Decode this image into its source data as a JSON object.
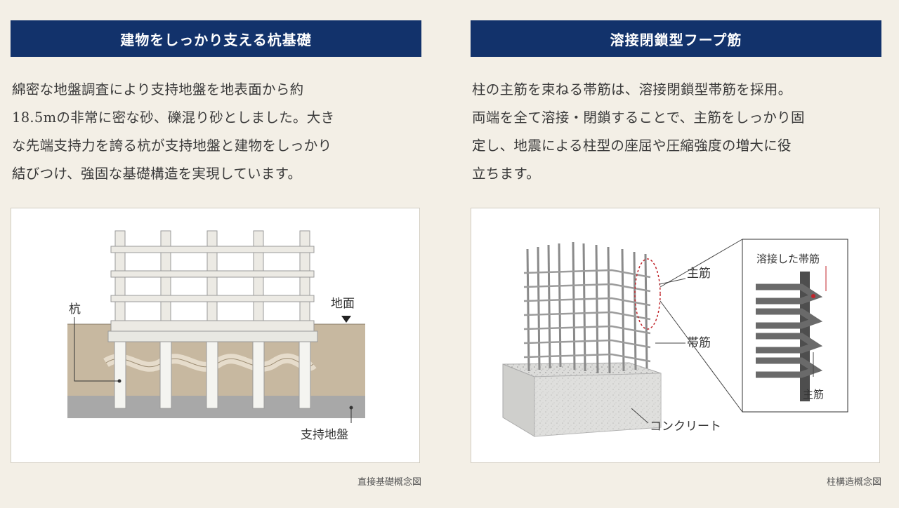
{
  "left": {
    "title": "建物をしっかり支える杭基礎",
    "body": "綿密な地盤調査により支持地盤を地表面から約\n18.5mの非常に密な砂、礫混り砂としました。大き\nな先端支持力を誇る杭が支持地盤と建物をしっかり\n結びつけ、強固な基礎構造を実現しています。",
    "labels": {
      "pile": "杭",
      "ground_surface": "地面",
      "bearing_layer": "支持地盤"
    },
    "caption": "直接基礎概念図"
  },
  "right": {
    "title": "溶接閉鎖型フープ筋",
    "body": "柱の主筋を束ねる帯筋は、溶接閉鎖型帯筋を採用。\n両端を全て溶接・閉鎖することで、主筋をしっかり固\n定し、地震による柱型の座屈や圧縮強度の増大に役\n立ちます。",
    "labels": {
      "main_rebar": "主筋",
      "hoop": "帯筋",
      "concrete": "コンクリート",
      "welded_hoop": "溶接した帯筋",
      "main_rebar_detail": "主筋"
    },
    "caption": "柱構造概念図"
  },
  "colors": {
    "banner": "#12326b",
    "background": "#f3efe6",
    "soil": "#c7b8a0",
    "bearing_layer": "#a8a8a8"
  }
}
